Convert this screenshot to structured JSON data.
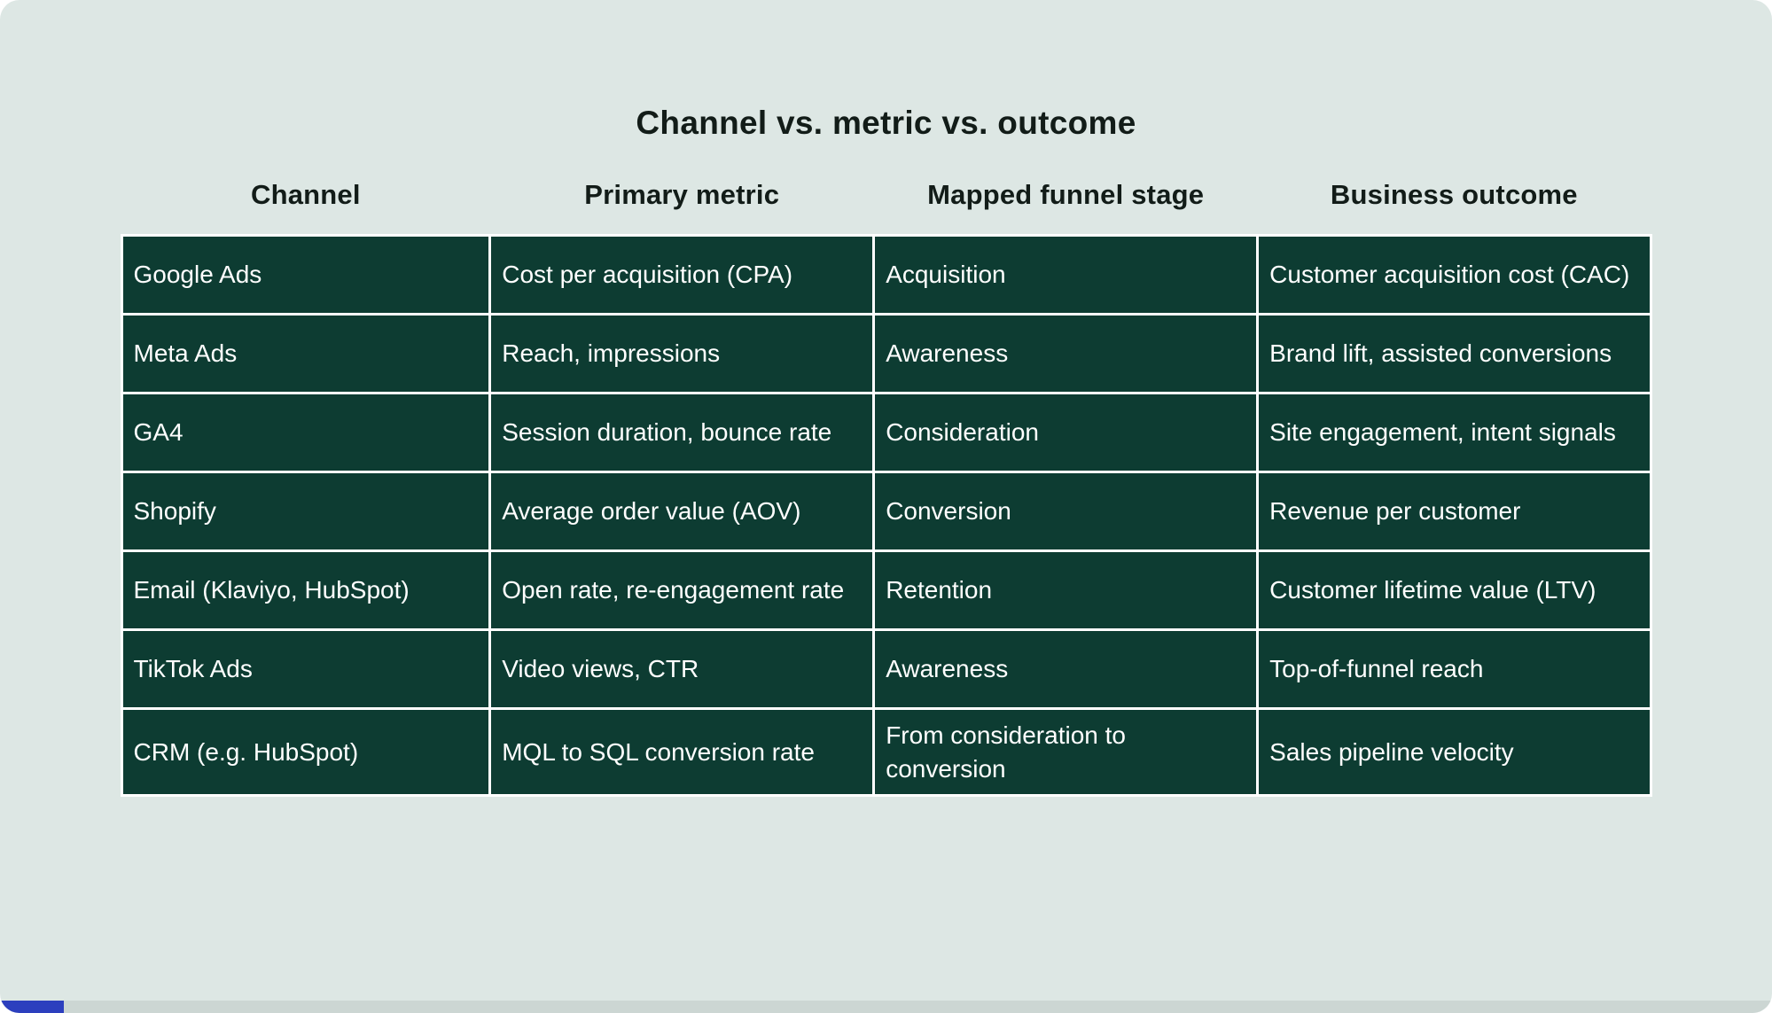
{
  "colors": {
    "page_bg": "#dde7e4",
    "heading_text": "#121c18",
    "cell_bg": "#0d3c32",
    "cell_border": "#ffffff",
    "cell_text": "#ffffff",
    "bottom_bar_bg": "#ccd6d3",
    "bottom_bar_accent": "#2c3fbe"
  },
  "chart_data": {
    "type": "table",
    "title": "Channel vs. metric vs. outcome",
    "columns": [
      "Channel",
      "Primary metric",
      "Mapped funnel stage",
      "Business outcome"
    ],
    "rows": [
      [
        "Google Ads",
        "Cost per acquisition (CPA)",
        "Acquisition",
        "Customer acquisition cost (CAC)"
      ],
      [
        "Meta Ads",
        "Reach, impressions",
        "Awareness",
        "Brand lift, assisted conversions"
      ],
      [
        "GA4",
        "Session duration, bounce rate",
        "Consideration",
        "Site engagement, intent signals"
      ],
      [
        "Shopify",
        "Average order value (AOV)",
        "Conversion",
        "Revenue per customer"
      ],
      [
        "Email (Klaviyo, HubSpot)",
        "Open rate, re-engagement rate",
        "Retention",
        "Customer lifetime value (LTV)"
      ],
      [
        "TikTok Ads",
        "Video views, CTR",
        "Awareness",
        "Top-of-funnel reach"
      ],
      [
        "CRM (e.g. HubSpot)",
        "MQL to SQL conversion rate",
        "From consideration to conversion",
        "Sales pipeline velocity"
      ]
    ]
  }
}
